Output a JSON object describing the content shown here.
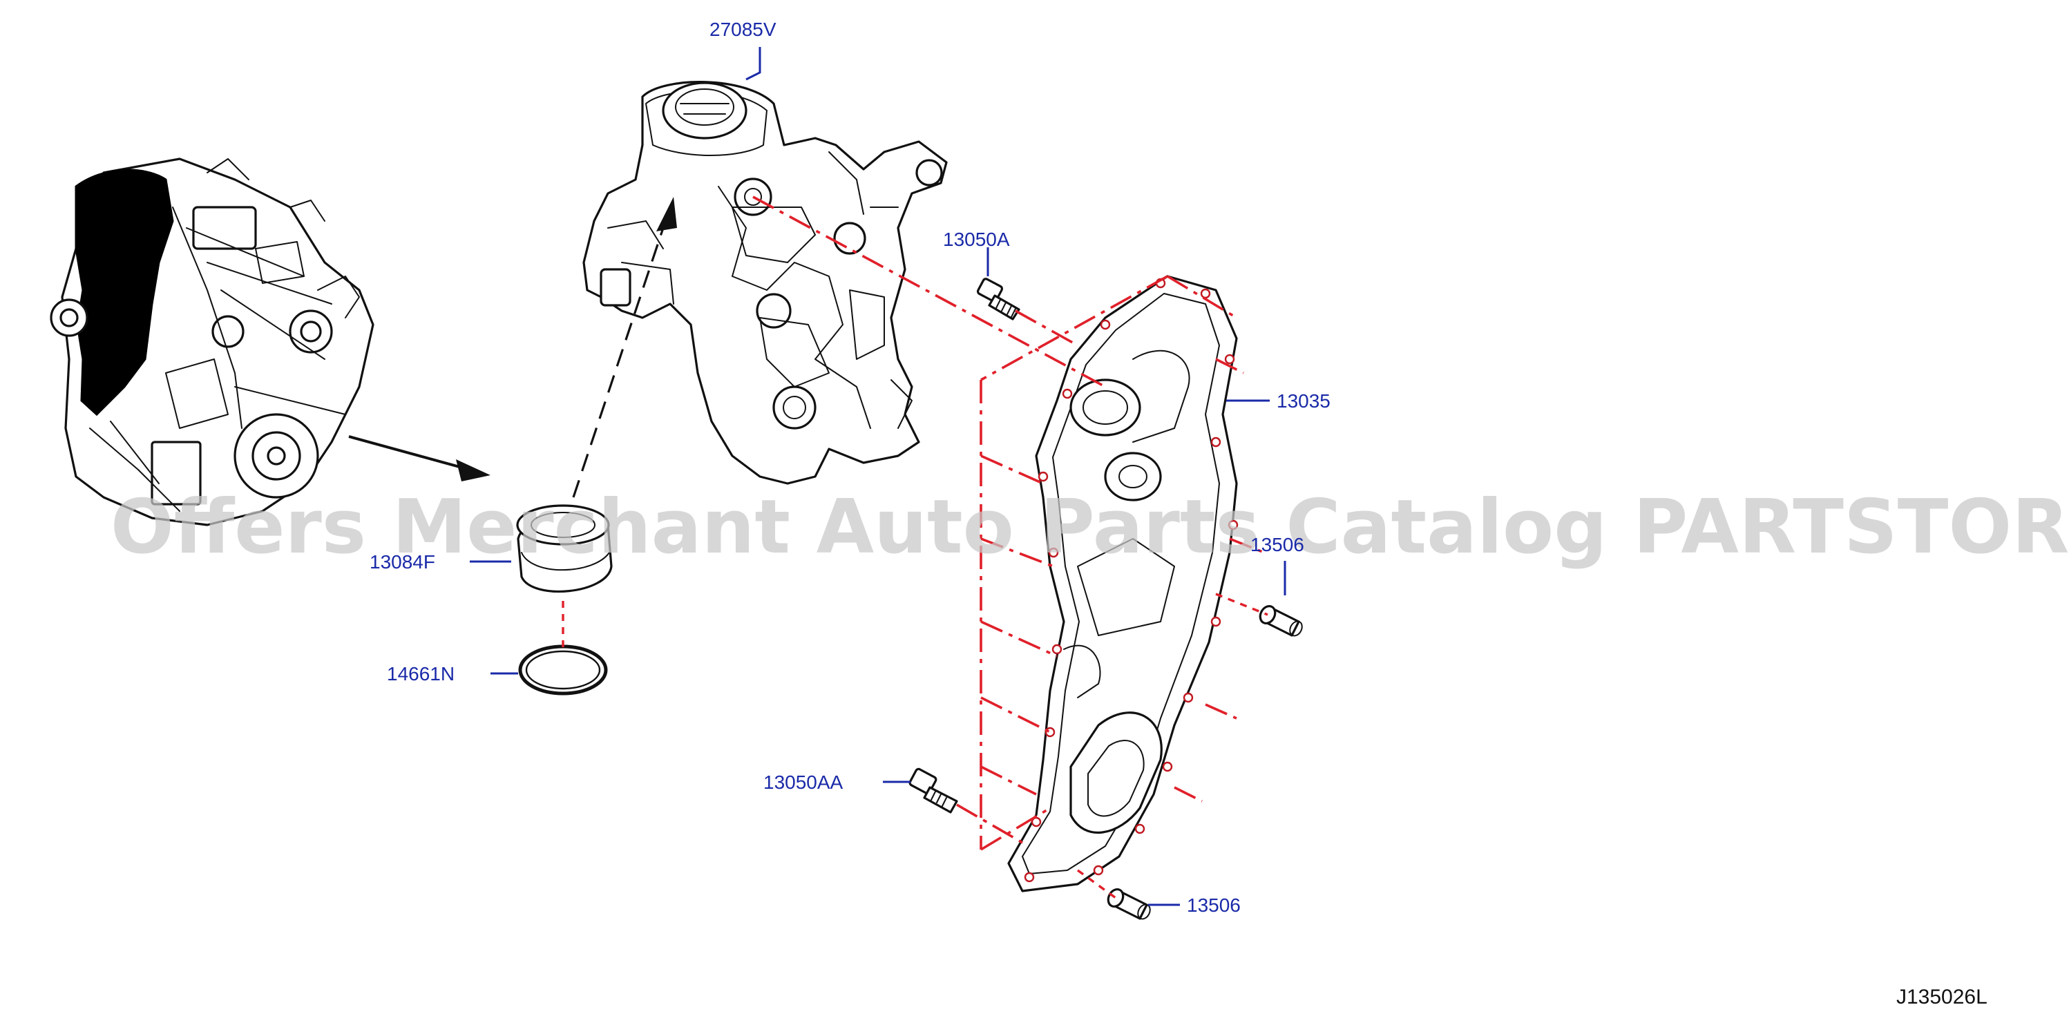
{
  "diagram": {
    "callouts": [
      {
        "id": "27085V",
        "label": "27085V"
      },
      {
        "id": "13050A",
        "label": "13050A"
      },
      {
        "id": "13035",
        "label": "13035"
      },
      {
        "id": "13506_upper",
        "label": "13506"
      },
      {
        "id": "13084F",
        "label": "13084F"
      },
      {
        "id": "14661N",
        "label": "14661N"
      },
      {
        "id": "13050AA",
        "label": "13050AA"
      },
      {
        "id": "13506_lower",
        "label": "13506"
      }
    ],
    "watermark": "Offers Merchant Auto Parts Catalog PARTSTORE.SA",
    "reference_code": "J135026L",
    "colors": {
      "callout_text": "#1a2aa8",
      "alignment_lines": "#e0202a",
      "line_art": "#111111",
      "watermark": "#c8c8c8"
    }
  }
}
